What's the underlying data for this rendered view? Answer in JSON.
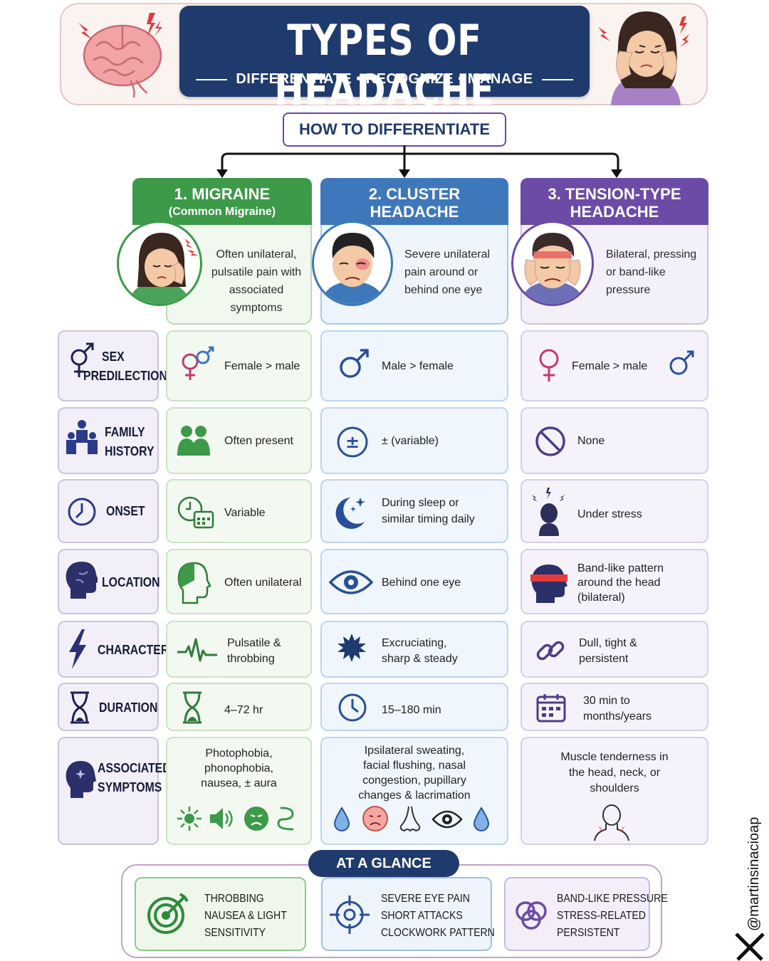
{
  "header": {
    "title": "TYPES OF HEADACHE",
    "subtitle": "DIFFERENTIATE • RECOGNIZE • MANAGE"
  },
  "differentiate": {
    "label": "HOW TO DIFFERENTIATE"
  },
  "columns": [
    {
      "title": "1. MIGRAINE",
      "subtitle": "(Common Migraine)",
      "desc": [
        "Often unilateral,",
        "pulsatile pain with",
        "associated symptoms"
      ],
      "color": "#3c9a48"
    },
    {
      "title": "2. CLUSTER",
      "title2": "HEADACHE",
      "desc": [
        "Severe unilateral",
        "pain around or",
        "behind one eye"
      ],
      "color": "#3f78ba"
    },
    {
      "title": "3. TENSION-TYPE",
      "title2": "HEADACHE",
      "desc": [
        "Bilateral, pressing",
        "or band-like",
        "pressure"
      ],
      "color": "#6b4ba6"
    }
  ],
  "rows": {
    "sex": {
      "label1": "SEX",
      "label2": "PREDILECTION",
      "migraine": "Female > male",
      "cluster": "Male > female",
      "tension": "Female > male"
    },
    "family": {
      "label1": "FAMILY",
      "label2": "HISTORY",
      "migraine": "Often present",
      "cluster": "± (variable)",
      "tension": "None"
    },
    "onset": {
      "label": "ONSET",
      "migraine": "Variable",
      "cluster1": "During sleep or",
      "cluster2": "similar timing daily",
      "tension": "Under stress"
    },
    "location": {
      "label": "LOCATION",
      "migraine": "Often unilateral",
      "cluster": "Behind one eye",
      "tension1": "Band-like pattern",
      "tension2": "around the head",
      "tension3": "(bilateral)"
    },
    "character": {
      "label": "CHARACTER",
      "migraine1": "Pulsatile &",
      "migraine2": "throbbing",
      "cluster1": "Excruciating,",
      "cluster2": "sharp & steady",
      "tension1": "Dull, tight &",
      "tension2": "persistent"
    },
    "duration": {
      "label": "DURATION",
      "migraine": "4–72 hr",
      "cluster": "15–180 min",
      "tension1": "30 min to",
      "tension2": "months/years"
    },
    "associated": {
      "label1": "ASSOCIATED",
      "label2": "SYMPTOMS",
      "migraine": [
        "Photophobia,",
        "phonophobia,",
        "nausea, ± aura"
      ],
      "cluster": [
        "Ipsilateral sweating,",
        "facial flushing, nasal",
        "congestion, pupillary",
        "changes & lacrimation"
      ],
      "tension": [
        "Muscle tenderness in",
        "the head, neck, or",
        "shoulders"
      ]
    }
  },
  "glance": {
    "label": "AT A GLANCE",
    "migraine": [
      "THROBBING",
      "NAUSEA & LIGHT",
      "SENSITIVITY"
    ],
    "cluster": [
      "SEVERE EYE PAIN",
      "SHORT ATTACKS",
      "CLOCKWORK PATTERN"
    ],
    "tension": [
      "BAND-LIKE PRESSURE",
      "STRESS-RELATED",
      "PERSISTENT"
    ]
  },
  "credit": {
    "handle": "@martinsinacioap"
  },
  "icons": [
    "brain-icon",
    "lightning-icon",
    "gender-icon",
    "family-icon",
    "clock-icon",
    "head-icon",
    "lightning-bolt-icon",
    "hourglass-icon",
    "mind-icon",
    "venus-icon",
    "mars-icon",
    "plus-minus-icon",
    "no-icon",
    "calendar-clock-icon",
    "moon-icon",
    "stress-icon",
    "eye-icon",
    "band-head-icon",
    "pulse-icon",
    "burst-icon",
    "chain-icon",
    "calendar-icon",
    "sun-icon",
    "speaker-icon",
    "sick-face-icon",
    "nausea-icon",
    "drop-icon",
    "flushed-face-icon",
    "nose-icon",
    "target-icon",
    "crosshair-icon",
    "knot-icon",
    "x-logo-icon"
  ]
}
